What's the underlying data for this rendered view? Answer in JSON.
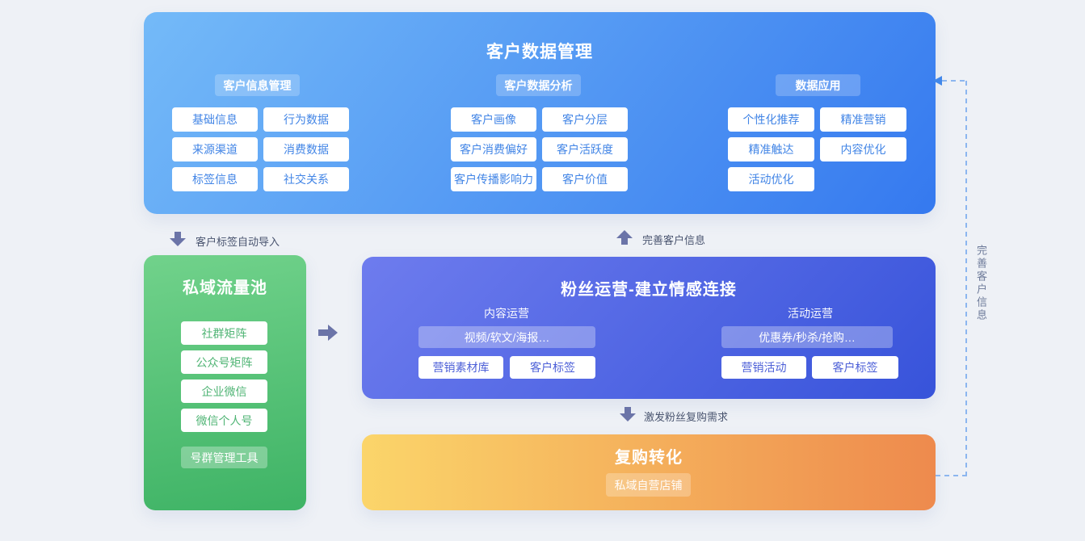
{
  "colors": {
    "background": "#eef1f6",
    "top_box_gradient": [
      "#74baf8",
      "#3579ef"
    ],
    "green_box_gradient": [
      "#71d28b",
      "#3eb365"
    ],
    "indigo_box_gradient": [
      "#6e7cee",
      "#3753da"
    ],
    "orange_box_gradient": [
      "#fbd56a",
      "#ee8a4d"
    ],
    "chip_text_blue": "#4285e6",
    "chip_text_green": "#4fb474",
    "chip_text_indigo": "#4c5fd7",
    "solid_arrow": "#6b74a8",
    "flow_label_text": "#49546f",
    "dashed_line": "#8cb6ef",
    "dashed_arrowhead": "#4187ea"
  },
  "icons": {
    "down_arrow": "solid down arrow",
    "up_arrow": "solid up arrow",
    "right_arrow": "solid right arrow",
    "feedback_arrowhead": "left-pointing dashed-line arrowhead"
  },
  "top_box": {
    "title": "客户数据管理",
    "groups": [
      {
        "header": "客户信息管理",
        "items": [
          "基础信息",
          "行为数据",
          "来源渠道",
          "消费数据",
          "标签信息",
          "社交关系"
        ]
      },
      {
        "header": "客户数据分析",
        "items": [
          "客户画像",
          "客户分层",
          "客户消费偏好",
          "客户活跃度",
          "客户传播影响力",
          "客户价值"
        ]
      },
      {
        "header": "数据应用",
        "items": [
          "个性化推荐",
          "精准营销",
          "精准触达",
          "内容优化",
          "活动优化"
        ]
      }
    ]
  },
  "flows": {
    "auto_import": "客户标签自动导入",
    "complete_info_up": "完善客户信息",
    "trigger_repurchase": "激发粉丝复购需求",
    "feedback_vertical": "完善客户信息"
  },
  "private_pool": {
    "title": "私域流量池",
    "items": [
      "社群矩阵",
      "公众号矩阵",
      "企业微信",
      "微信个人号"
    ],
    "tool_badge": "号群管理工具"
  },
  "fan_operation": {
    "title": "粉丝运营-建立情感连接",
    "columns": [
      {
        "header": "内容运营",
        "banner": "视频/软文/海报…",
        "items": [
          "营销素材库",
          "客户标签"
        ]
      },
      {
        "header": "活动运营",
        "banner": "优惠券/秒杀/抢购…",
        "items": [
          "营销活动",
          "客户标签"
        ]
      }
    ]
  },
  "repurchase": {
    "title": "复购转化",
    "badge": "私域自营店铺"
  }
}
